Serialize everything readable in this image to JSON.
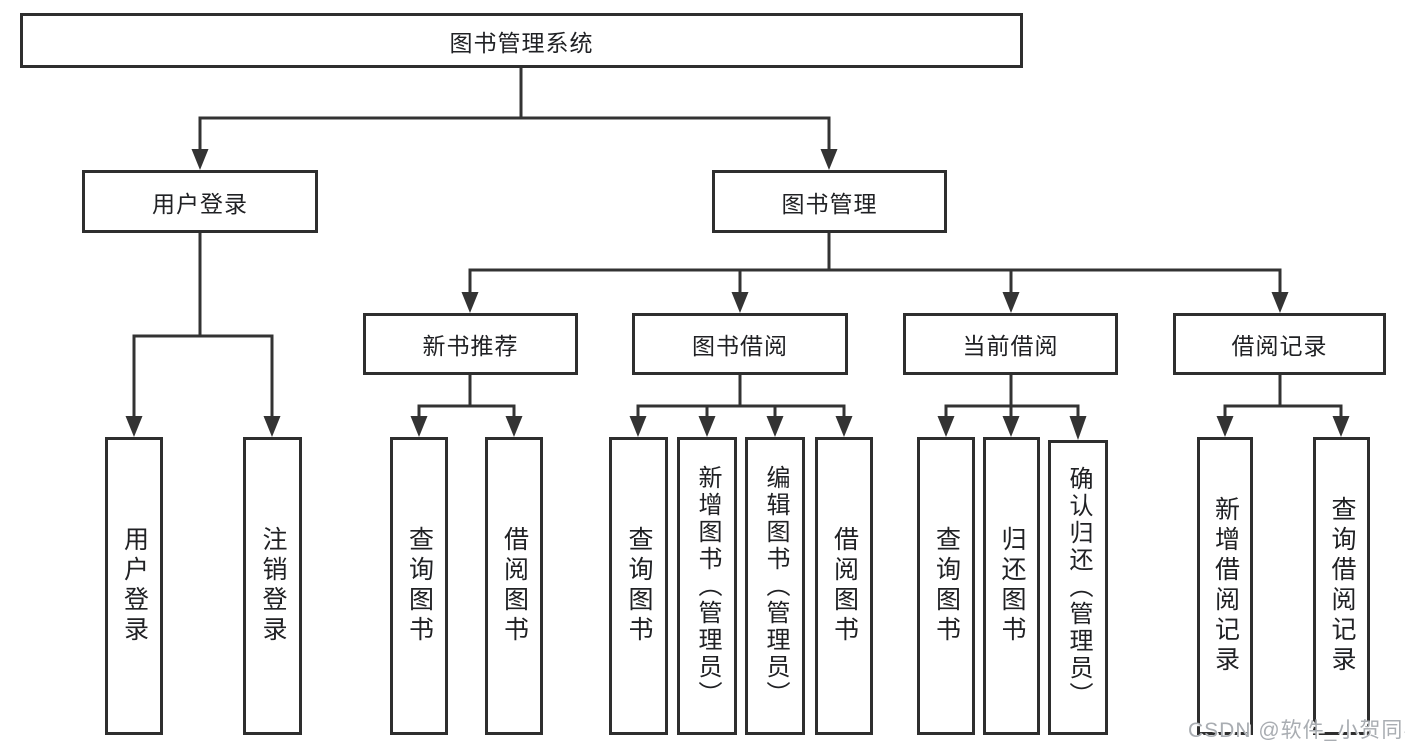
{
  "root": {
    "label": "图书管理系统"
  },
  "level2": [
    {
      "label": "用户登录"
    },
    {
      "label": "图书管理"
    }
  ],
  "level3": [
    {
      "label": "新书推荐"
    },
    {
      "label": "图书借阅"
    },
    {
      "label": "当前借阅"
    },
    {
      "label": "借阅记录"
    }
  ],
  "leaves": {
    "user_login": [
      "用户登录",
      "注销登录"
    ],
    "new_book": [
      "查询图书",
      "借阅图书"
    ],
    "borrow": [
      "查询图书",
      "新增图书（管理员）",
      "编辑图书（管理员）",
      "借阅图书"
    ],
    "current": [
      "查询图书",
      "归还图书",
      "确认归还（管理员）"
    ],
    "records": [
      "新增借阅记录",
      "查询借阅记录"
    ]
  },
  "watermark": {
    "text": "CSDN @软件_小贺同学"
  },
  "colors": {
    "line": "#333333",
    "border": "#2e2e2e",
    "text": "#202124",
    "watermark": "#a9adb2",
    "background": "#ffffff"
  }
}
